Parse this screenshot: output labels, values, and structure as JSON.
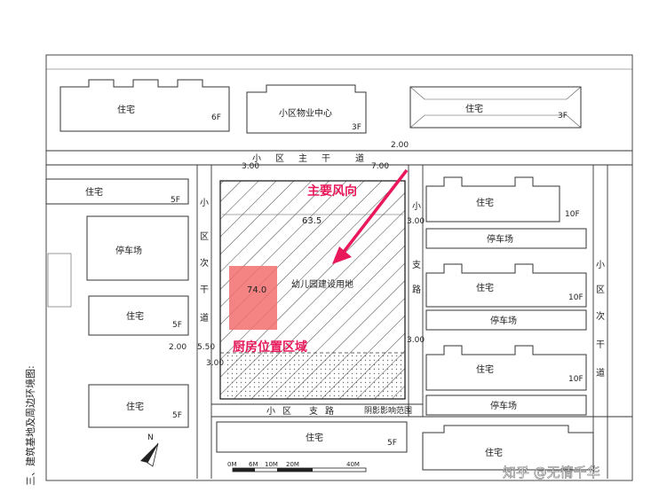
{
  "side_title": "三、建筑基地及周边环境图:",
  "site": {
    "label": "幼儿园建设用地",
    "width_dim": "63.5",
    "height_dim": "74.0"
  },
  "roads": {
    "main_road_chars": [
      "小",
      "区",
      "主",
      "干",
      "道"
    ],
    "branch_road_chars": [
      "小",
      "区",
      "支",
      "路"
    ],
    "left_road_chars": [
      "小",
      "区",
      "次",
      "干",
      "道"
    ],
    "right_branch_chars": [
      "小",
      "支",
      "路"
    ],
    "right_secondary_chars": [
      "小",
      "区",
      "次",
      "干",
      "道"
    ]
  },
  "buildings": {
    "residential": "住宅",
    "property_center": "小区物业中心",
    "parking": "停车场",
    "floors": [
      "6F",
      "3F",
      "5F",
      "10F"
    ]
  },
  "dimensions": [
    "3.00",
    "7.00",
    "2.00",
    "5.50",
    "3.00",
    "3.00",
    "3.00",
    "2.00"
  ],
  "annotations": {
    "wind": "主要风向",
    "kitchen": "厨房位置区域",
    "shadow": "阴影影响范围",
    "north": "N"
  },
  "scale": [
    "0M",
    "6M",
    "10M",
    "20M",
    "40M"
  ],
  "watermark": "知乎 @无情千华",
  "colors": {
    "accent": "#e8185a",
    "kitchen_fill": "#f26d6d",
    "hatch": "#555555"
  }
}
